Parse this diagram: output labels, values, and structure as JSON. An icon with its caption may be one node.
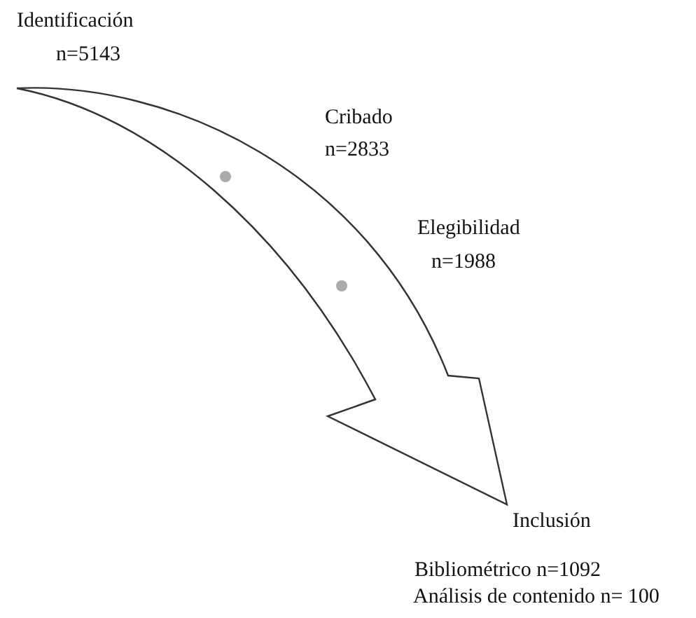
{
  "diagram": {
    "labels": [
      "Identificación",
      "n=5143",
      "Cribado",
      "n=2833",
      "Elegibilidad",
      "n=1988",
      "Inclusión",
      "Bibliométrico n=1092",
      "Análisis de contenido n= 100"
    ]
  }
}
